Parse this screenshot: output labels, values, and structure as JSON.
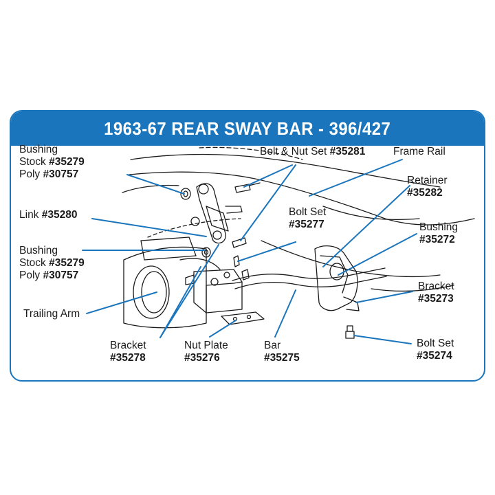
{
  "title": "1963-67 REAR SWAY BAR - 396/427",
  "colors": {
    "accent": "#1a75bc",
    "leader": "#1a75bc",
    "ink": "#1a1a1a"
  },
  "labels": {
    "bushing_top": {
      "line1": "Bushing",
      "line2_text": "Stock ",
      "line2_num": "#35279",
      "line3_text": "Poly ",
      "line3_num": "#30757"
    },
    "link": {
      "text": "Link ",
      "num": "#35280"
    },
    "bushing_mid": {
      "line1": "Bushing",
      "line2_text": "Stock ",
      "line2_num": "#35279",
      "line3_text": "Poly ",
      "line3_num": "#30757"
    },
    "trailing_arm": {
      "text": "Trailing Arm"
    },
    "bolt_nut_set": {
      "text": "Bolt & Nut Set ",
      "num": "#35281"
    },
    "frame_rail": {
      "text": "Frame Rail"
    },
    "bolt_set_mid": {
      "line1": "Bolt Set",
      "num": "#35277"
    },
    "retainer": {
      "line1": "Retainer",
      "num": "#35282"
    },
    "bushing_right": {
      "line1": "Bushing",
      "num": "#35272"
    },
    "bracket_right": {
      "line1": "Bracket",
      "num": "#35273"
    },
    "bolt_set_right": {
      "line1": "Bolt Set",
      "num": "#35274"
    },
    "bracket_left": {
      "line1": "Bracket",
      "num": "#35278"
    },
    "nut_plate": {
      "line1": "Nut Plate",
      "num": "#35276"
    },
    "bar": {
      "line1": "Bar",
      "num": "#35275"
    }
  }
}
